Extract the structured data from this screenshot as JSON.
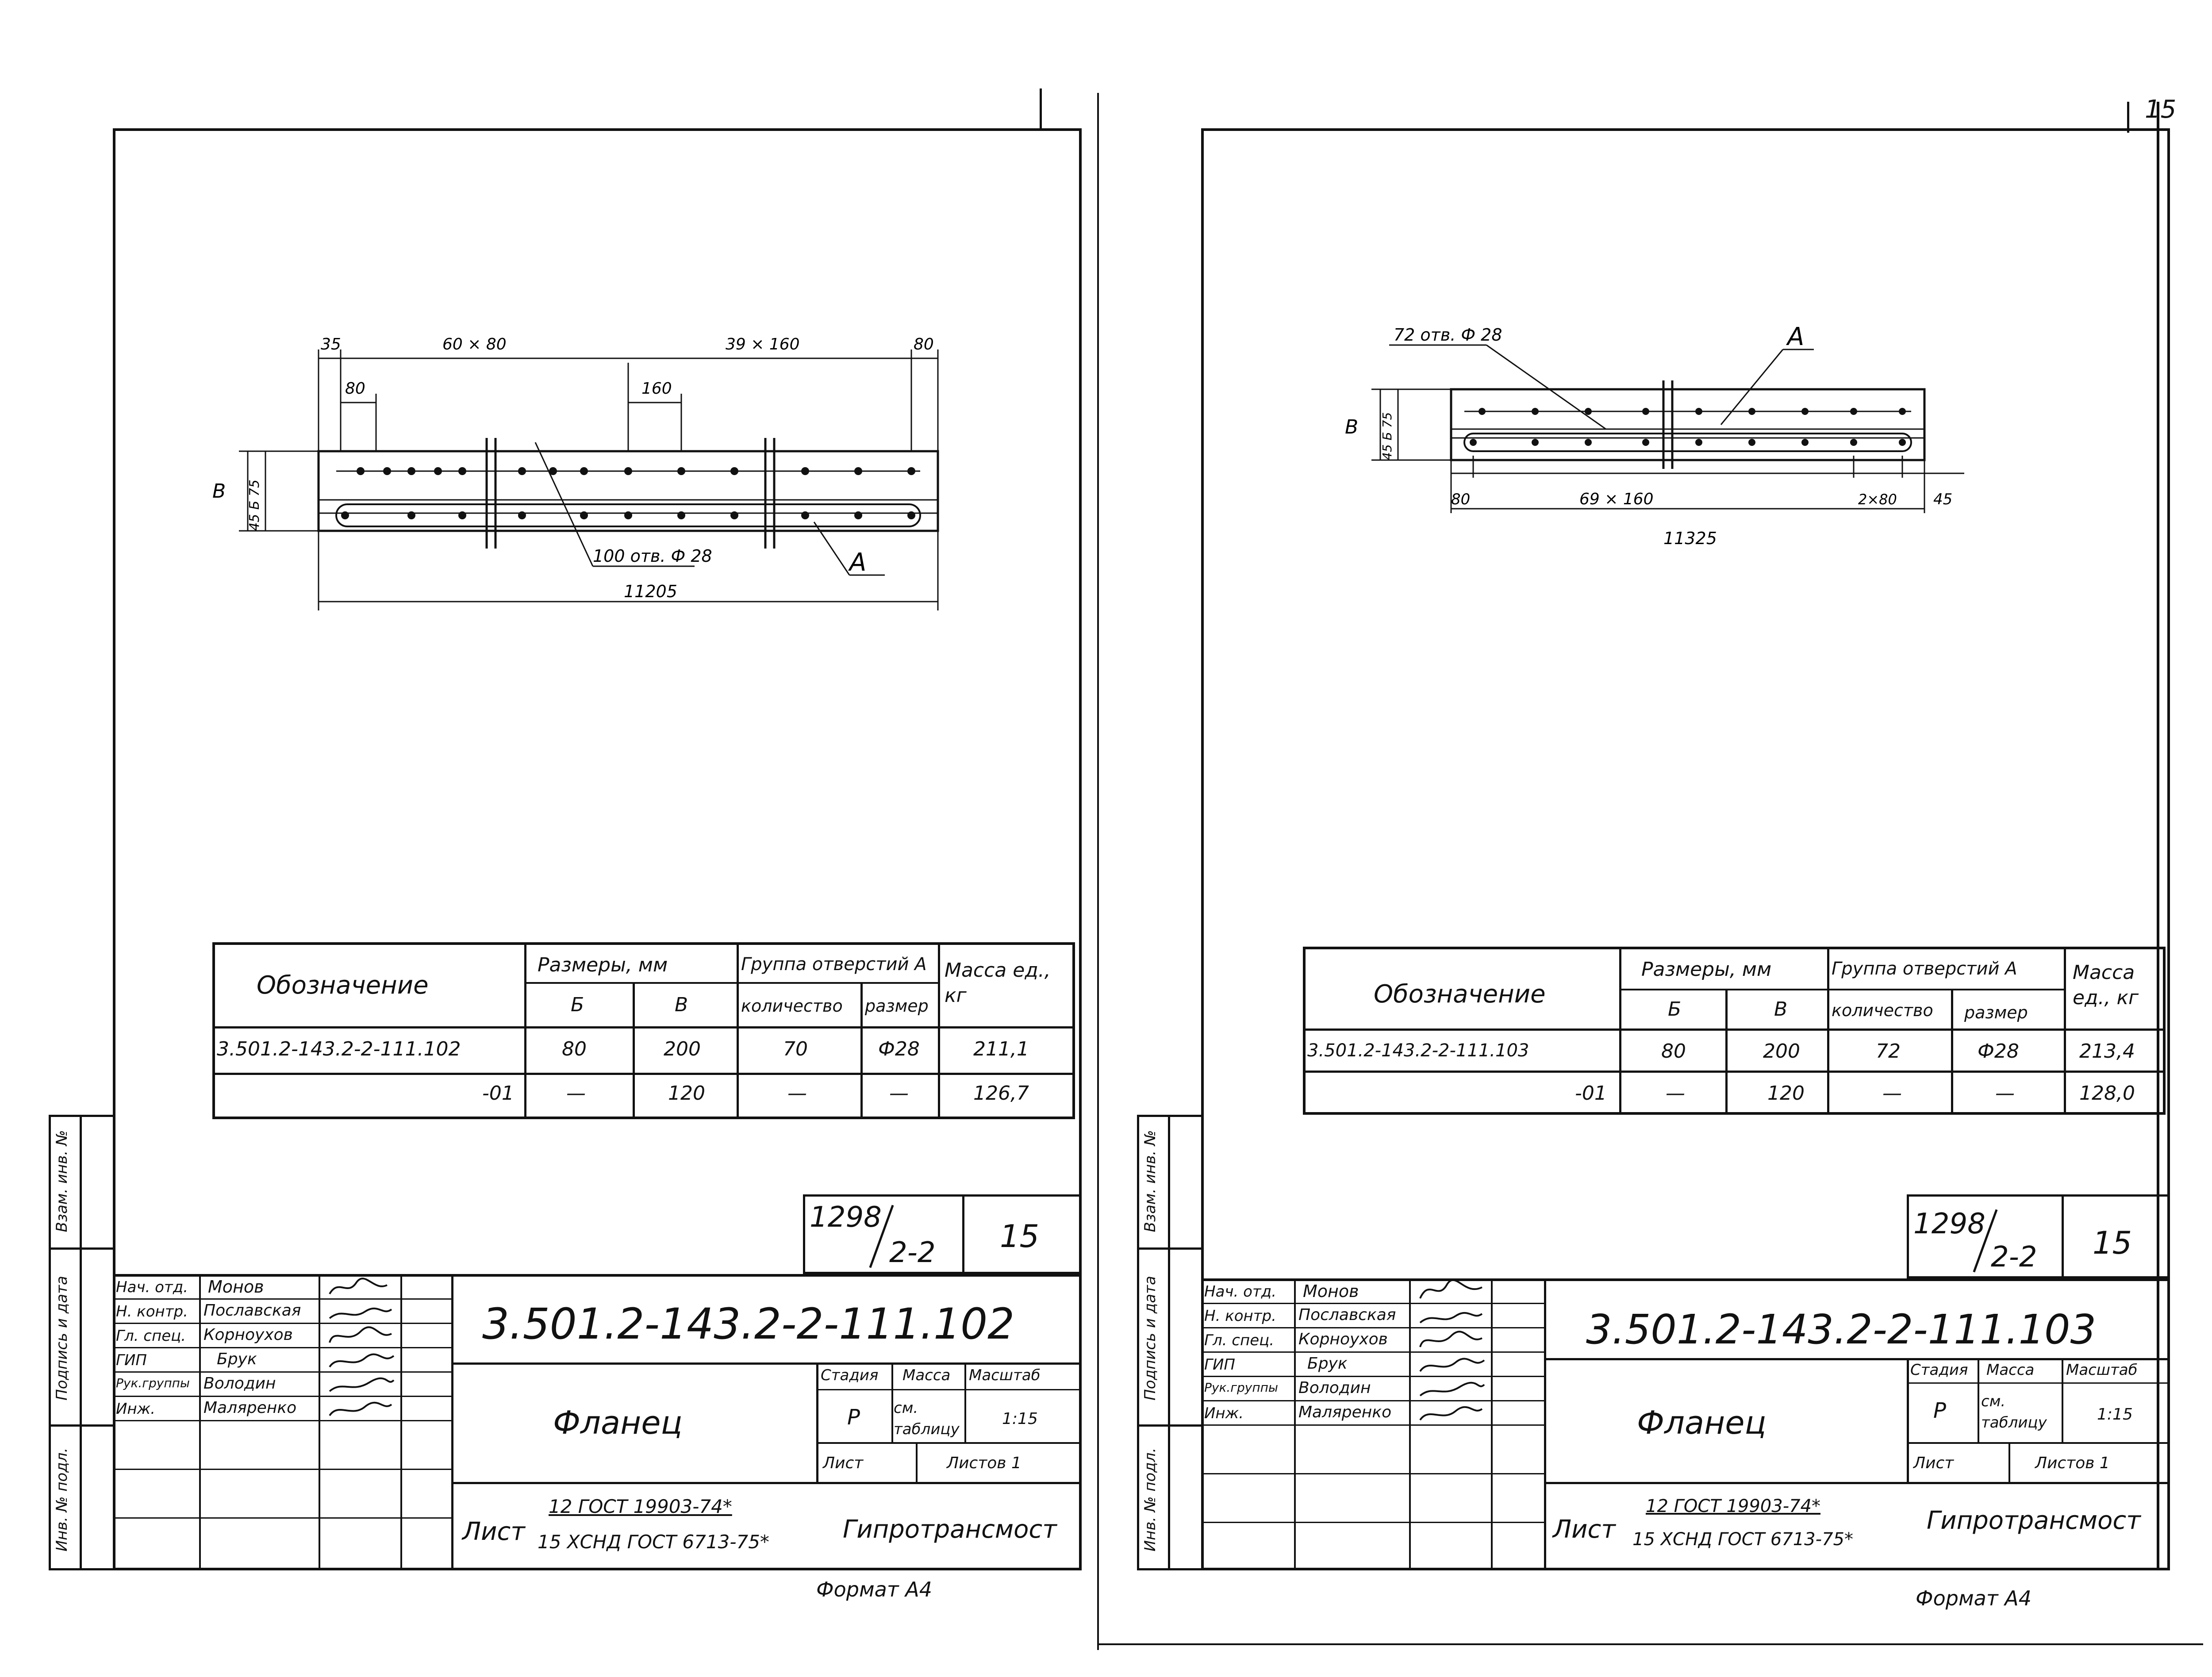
{
  "page_number": "15",
  "sheets": [
    {
      "id": "left",
      "drawing": {
        "total_length": "11205",
        "top_dims": [
          "35",
          "60 × 80",
          "39 × 160",
          "80"
        ],
        "pitch_small": "80",
        "pitch_large": "160",
        "hole_callout": "100 отв. Ф 28",
        "group_label": "А",
        "height_label": "В",
        "side_dims": "45 Б 75"
      },
      "table": {
        "col_designation": "Обозначение",
        "col_sizes": "Размеры, мм",
        "col_b1": "Б",
        "col_b2": "В",
        "col_group": "Группа отверстий А",
        "col_qty": "количество",
        "col_size": "размер",
        "col_mass": "Масса ед., кг",
        "rows": [
          {
            "designation": "3.501.2-143.2-2-111.102",
            "b": "80",
            "v": "200",
            "qty": "70",
            "size": "Ф28",
            "mass": "211,1"
          },
          {
            "designation": "-01",
            "b": "—",
            "v": "120",
            "qty": "—",
            "size": "—",
            "mass": "126,7"
          }
        ]
      },
      "stamp": {
        "archive": "1298",
        "archive_sub": "2-2",
        "archive_sheet": "15",
        "code": "3.501.2-143.2-2-111.102",
        "roles": [
          "Нач. отд.",
          "Н. контр.",
          "Гл. спец.",
          "ГИП",
          "Рук.группы",
          "Инж."
        ],
        "names": [
          "Монов",
          "Пославская",
          "Корноухов",
          "Брук",
          "Володин",
          "Маляренко"
        ],
        "title": "Фланец",
        "stage_label": "Стадия",
        "mass_label": "Масса",
        "scale_label": "Масштаб",
        "stage": "Р",
        "mass_value": "см. таблицу",
        "scale": "1:15",
        "sheet_label": "Лист",
        "sheets_label": "Листов 1",
        "material_prefix": "Лист",
        "material_top": "12  ГОСТ 19903-74*",
        "material_bottom": "15 ХСНД  ГОСТ 6713-75*",
        "org": "Гипротрансмост",
        "format": "Формат А4"
      },
      "side_labels": [
        "Взам. инв. №",
        "Подпись и дата",
        "Инв. № подл."
      ]
    },
    {
      "id": "right",
      "drawing": {
        "total_length": "11325",
        "bottom_dims": [
          "80",
          "69 × 160",
          "2×80",
          "45"
        ],
        "hole_callout": "72 отв. Ф 28",
        "group_label": "А",
        "height_label": "В",
        "side_dims": "45 Б 75"
      },
      "table": {
        "col_designation": "Обозначение",
        "col_sizes": "Размеры, мм",
        "col_b1": "Б",
        "col_b2": "В",
        "col_group": "Группа отверстий А",
        "col_qty": "количество",
        "col_size": "размер",
        "col_mass": "Масса ед., кг",
        "rows": [
          {
            "designation": "3.501.2-143.2-2-111.103",
            "b": "80",
            "v": "200",
            "qty": "72",
            "size": "Ф28",
            "mass": "213,4"
          },
          {
            "designation": "-01",
            "b": "—",
            "v": "120",
            "qty": "—",
            "size": "—",
            "mass": "128,0"
          }
        ]
      },
      "stamp": {
        "archive": "1298",
        "archive_sub": "2-2",
        "archive_sheet": "15",
        "code": "3.501.2-143.2-2-111.103",
        "roles": [
          "Нач. отд.",
          "Н. контр.",
          "Гл. спец.",
          "ГИП",
          "Рук.группы",
          "Инж."
        ],
        "names": [
          "Монов",
          "Пославская",
          "Корноухов",
          "Брук",
          "Володин",
          "Маляренко"
        ],
        "title": "Фланец",
        "stage_label": "Стадия",
        "mass_label": "Масса",
        "scale_label": "Масштаб",
        "stage": "Р",
        "mass_value": "см. таблицу",
        "scale": "1:15",
        "sheet_label": "Лист",
        "sheets_label": "Листов 1",
        "material_prefix": "Лист",
        "material_top": "12  ГОСТ 19903-74*",
        "material_bottom": "15 ХСНД  ГОСТ 6713-75*",
        "org": "Гипротрансмост",
        "format": "Формат А4"
      },
      "side_labels": [
        "Взам. инв. №",
        "Подпись и дата",
        "Инв. № подл."
      ]
    }
  ]
}
